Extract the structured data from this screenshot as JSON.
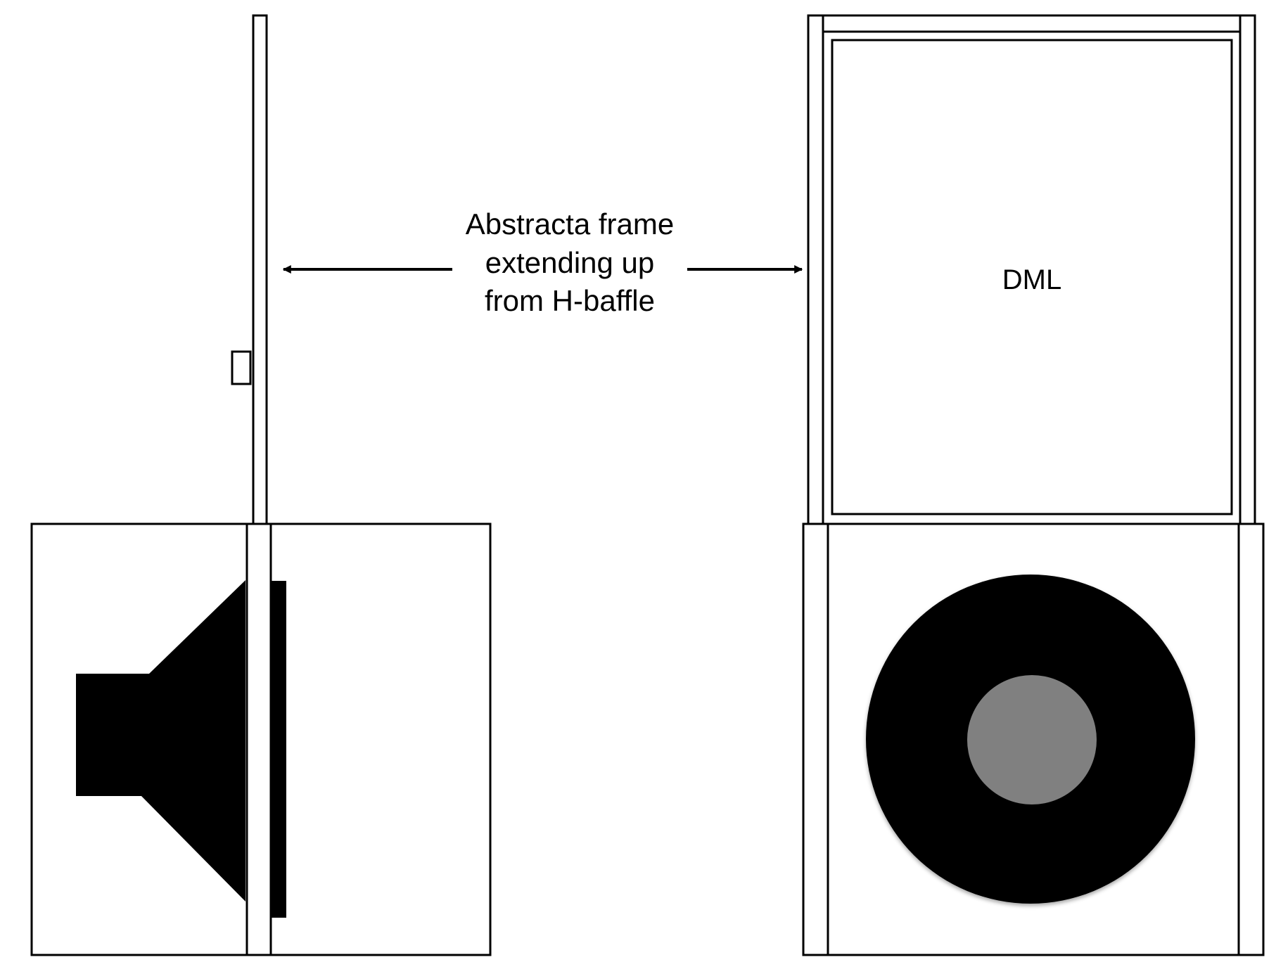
{
  "annotation": {
    "lines": [
      "Abstracta frame",
      "extending up",
      "from H-baffle"
    ]
  },
  "panel_label": "DML",
  "colors": {
    "stroke": "#000000",
    "driver_body": "#000000",
    "dust_cap": "#808080",
    "background": "#ffffff"
  }
}
